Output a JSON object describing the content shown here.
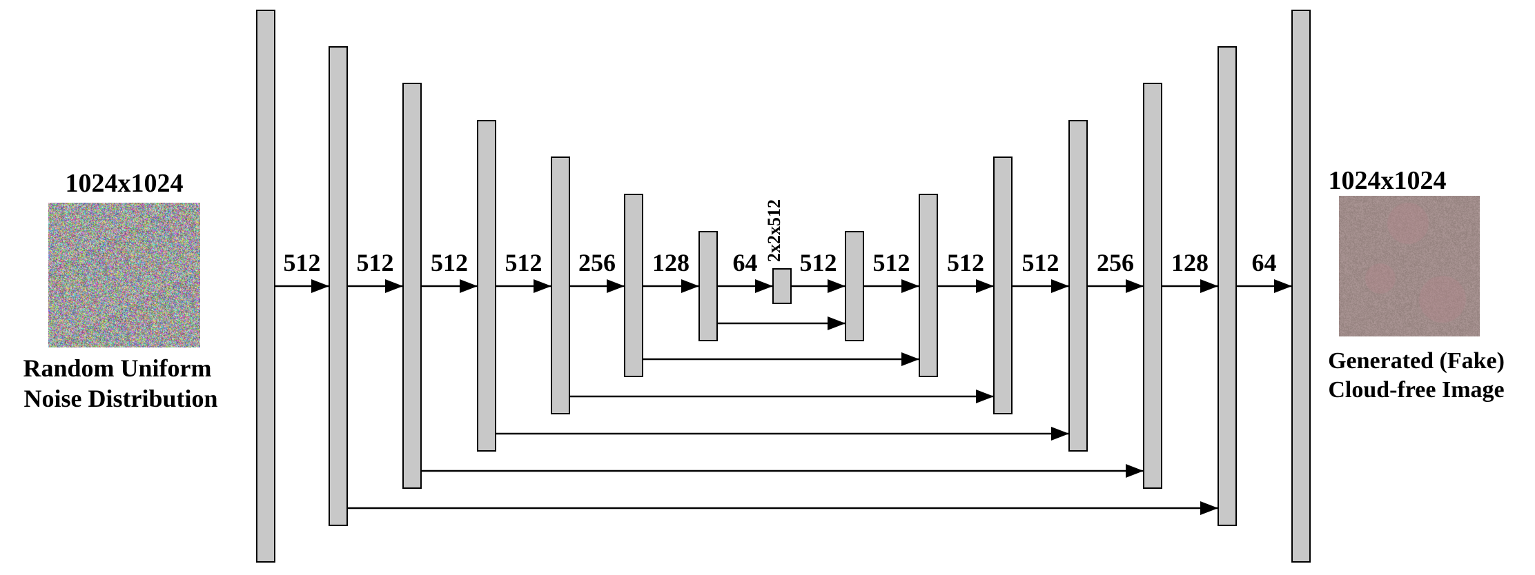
{
  "input": {
    "size_label": "1024x1024",
    "caption_line1": "Random Uniform",
    "caption_line2": "Noise Distribution"
  },
  "output": {
    "size_label": "1024x1024",
    "caption_line1": "Generated (Fake)",
    "caption_line2": "Cloud-free Image"
  },
  "bottleneck_label": "2x2x512",
  "blocks": [
    {
      "id": "enc1",
      "stage": "encoder",
      "level": 0
    },
    {
      "id": "enc2",
      "stage": "encoder",
      "level": 1
    },
    {
      "id": "enc3",
      "stage": "encoder",
      "level": 2
    },
    {
      "id": "enc4",
      "stage": "encoder",
      "level": 3
    },
    {
      "id": "enc5",
      "stage": "encoder",
      "level": 4
    },
    {
      "id": "enc6",
      "stage": "encoder",
      "level": 5
    },
    {
      "id": "enc7",
      "stage": "encoder",
      "level": 6
    },
    {
      "id": "bottleneck",
      "stage": "bottleneck",
      "level": 7
    },
    {
      "id": "dec7",
      "stage": "decoder",
      "level": 6
    },
    {
      "id": "dec6",
      "stage": "decoder",
      "level": 5
    },
    {
      "id": "dec5",
      "stage": "decoder",
      "level": 4
    },
    {
      "id": "dec4",
      "stage": "decoder",
      "level": 3
    },
    {
      "id": "dec3",
      "stage": "decoder",
      "level": 2
    },
    {
      "id": "dec2",
      "stage": "decoder",
      "level": 1
    },
    {
      "id": "dec1",
      "stage": "decoder",
      "level": 0
    }
  ],
  "forward_edges": [
    {
      "from": 0,
      "to": 1,
      "label": "512"
    },
    {
      "from": 1,
      "to": 2,
      "label": "512"
    },
    {
      "from": 2,
      "to": 3,
      "label": "512"
    },
    {
      "from": 3,
      "to": 4,
      "label": "512"
    },
    {
      "from": 4,
      "to": 5,
      "label": "256"
    },
    {
      "from": 5,
      "to": 6,
      "label": "128"
    },
    {
      "from": 6,
      "to": 7,
      "label": "64"
    },
    {
      "from": 7,
      "to": 8,
      "label": "512"
    },
    {
      "from": 8,
      "to": 9,
      "label": "512"
    },
    {
      "from": 9,
      "to": 10,
      "label": "512"
    },
    {
      "from": 10,
      "to": 11,
      "label": "512"
    },
    {
      "from": 11,
      "to": 12,
      "label": "256"
    },
    {
      "from": 12,
      "to": 13,
      "label": "128"
    },
    {
      "from": 13,
      "to": 14,
      "label": "64"
    }
  ],
  "skip_edges": [
    {
      "from": 6,
      "to": 8
    },
    {
      "from": 5,
      "to": 9
    },
    {
      "from": 4,
      "to": 10
    },
    {
      "from": 3,
      "to": 11
    },
    {
      "from": 2,
      "to": 12
    },
    {
      "from": 1,
      "to": 13
    }
  ],
  "colors": {
    "block_fill": "#c8c8c8",
    "stroke": "#000000",
    "output_base": "#a08c8a",
    "output_blob": "#b4868c"
  }
}
